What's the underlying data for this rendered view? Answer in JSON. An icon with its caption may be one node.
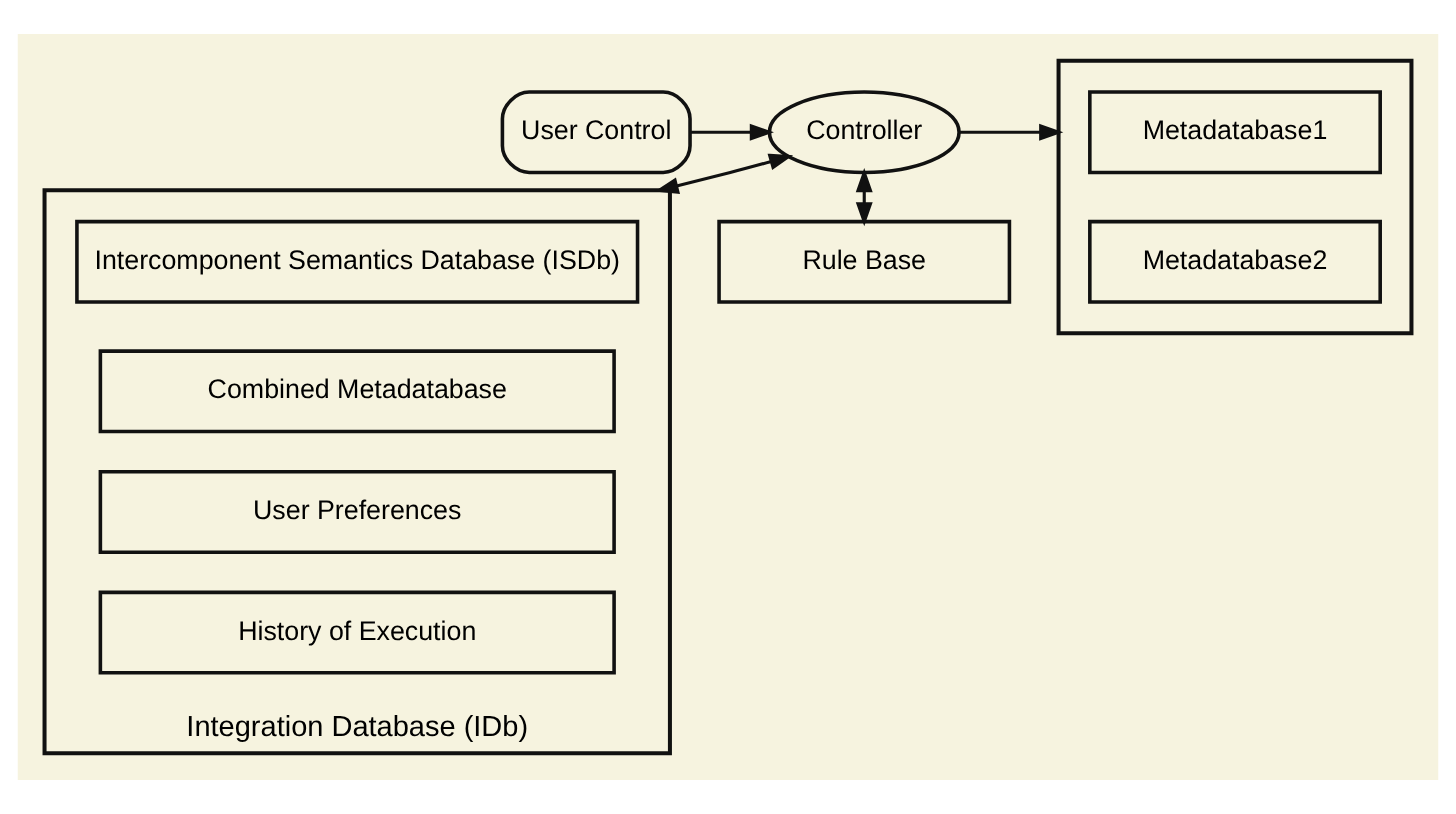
{
  "diagram": {
    "nodes": [
      {
        "text": [
          "User Control"
        ]
      },
      {
        "text": [
          "Controller"
        ]
      },
      {
        "text": [],
        "shape": "box"
      },
      {
        "text": [
          "Metadatabase1"
        ],
        "in": 2
      },
      {
        "text": [
          "Metadatabase2"
        ],
        "in": 2
      },
      {
        "text": [
          "Integration Database (IDb)"
        ]
      },
      {
        "text": [
          "Intercomponent Semantics Database (ISDb)"
        ],
        "in": 5
      },
      {
        "text": [
          "Combined Metadatabase"
        ],
        "in": 5
      },
      {
        "text": [
          "User Preferences"
        ],
        "in": 5
      },
      {
        "text": [
          "History of Execution"
        ],
        "in": 5
      },
      {
        "text": [
          "Rule Base"
        ]
      }
    ],
    "edges": [
      {
        "from": 0,
        "to": 1,
        "arrow": "to"
      },
      {
        "from": 1,
        "to": 2,
        "arrow": "to"
      },
      {
        "from": 1,
        "to": 5,
        "arrow": "both"
      },
      {
        "from": 1,
        "to": 10,
        "arrow": "both"
      }
    ]
  }
}
